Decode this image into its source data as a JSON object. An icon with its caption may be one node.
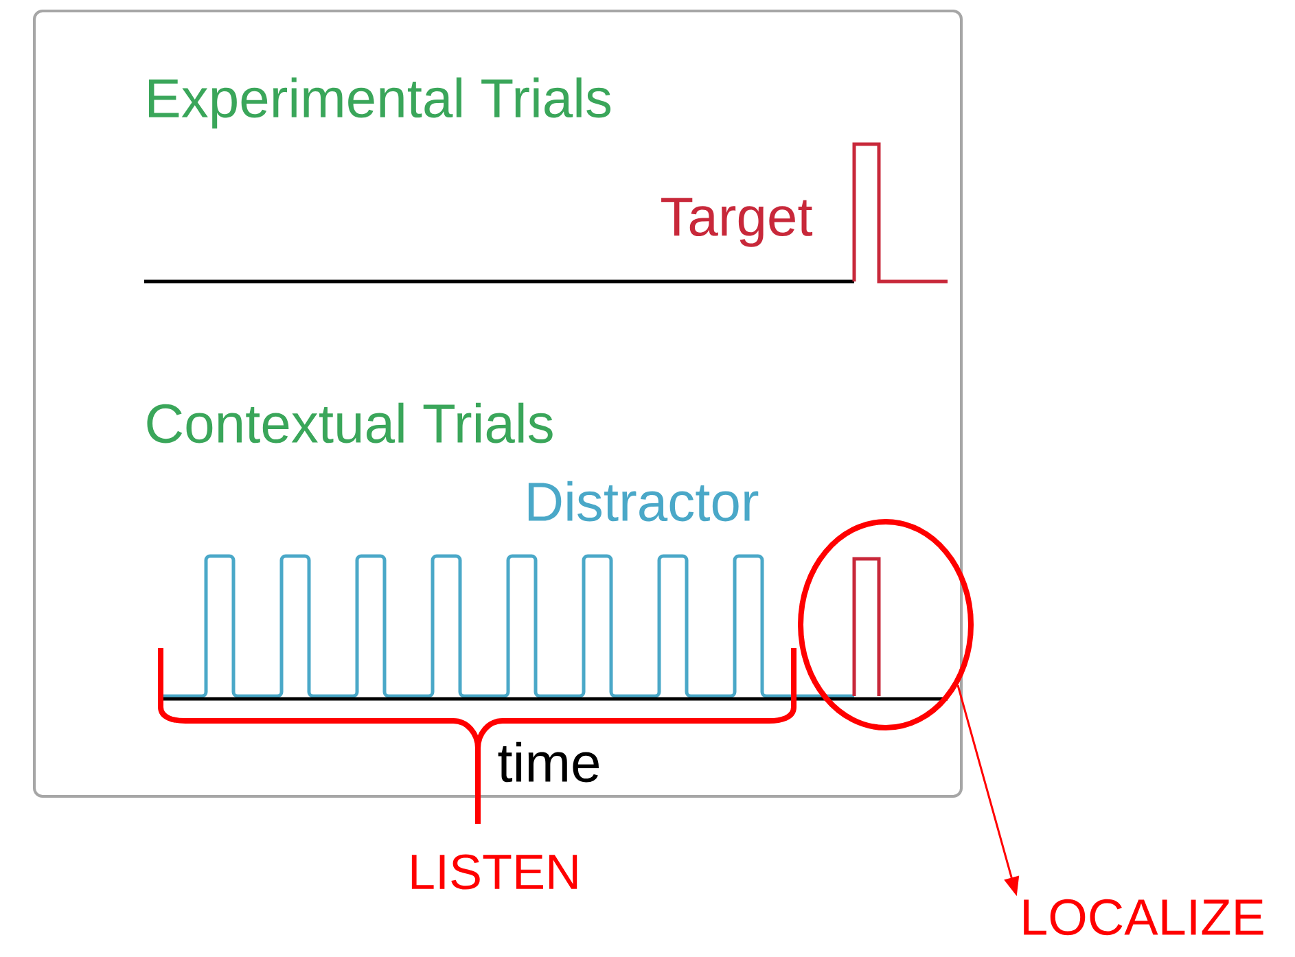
{
  "diagram": {
    "nodes": [
      {
        "text": [],
        "shape": "circle"
      },
      {
        "text": [
          "LOCALIZE"
        ]
      }
    ],
    "edges": [
      {
        "from": 0,
        "to": 1,
        "arrow": "to"
      }
    ],
    "labels": [
      "Experimental Trials",
      "Target",
      "Contextual Trials",
      "Distractor",
      "time",
      "LISTEN"
    ]
  }
}
